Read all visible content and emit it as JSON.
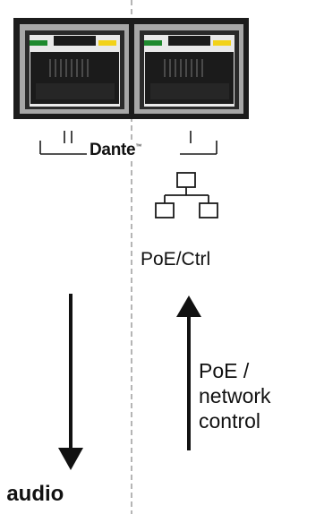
{
  "brand": {
    "logo_text": "Dante",
    "trademark": "™"
  },
  "labels": {
    "poe_ctrl": "PoE/Ctrl",
    "up_arrow_lines": [
      "PoE /",
      "network",
      "control"
    ],
    "down_arrow": "l audio"
  },
  "icons": {
    "network_topology": "network-icon",
    "rj45_port_1": "ethernet-port-icon",
    "rj45_port_2": "ethernet-port-icon"
  },
  "colors": {
    "led_green": "#1e8a2e",
    "led_yellow": "#f2d21a",
    "port_body": "#1c1c1c",
    "port_frame": "#9a9a9a",
    "divider": "#b5b5b5"
  }
}
